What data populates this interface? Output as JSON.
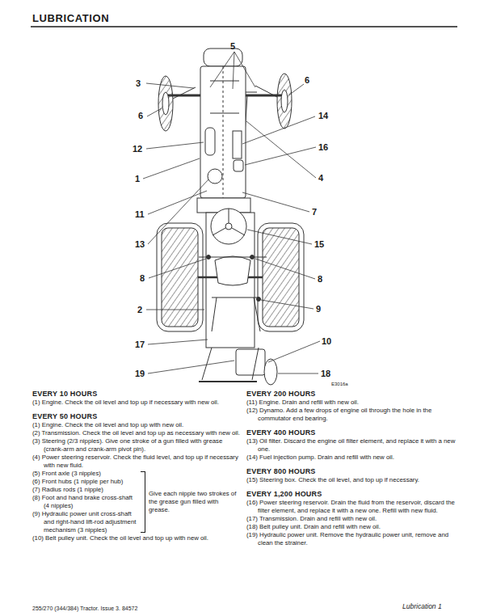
{
  "diagram": {
    "title": "LUBRICATION",
    "labels": [
      "5",
      "3",
      "6",
      "6",
      "14",
      "12",
      "16",
      "1",
      "4",
      "11",
      "7",
      "13",
      "15",
      "8",
      "8",
      "2",
      "9",
      "10",
      "17",
      "19",
      "18",
      "E3016a",
      "EVERY 10 HOURS",
      "(1) Engine. Check the oil level and top up if necessary with new oil.",
      "EVERY 50 HOURS",
      "(1) Engine. Check the oil level and top up with new oil.",
      "(2) Transmission. Check the oil level and top up as necessary with new oil.",
      "(3) Steering (2/3 nipples). Give one stroke of a gun filled with grease (crank-arm and crank-arm pivot pin).",
      "(4) Power steering reservoir. Check the fluid level, and top up if necessary with new fluid.",
      "(5) Front axle (3 nipples)",
      "(6) Front hubs (1 nipple per hub)",
      "(7) Radius rods (1 nipple)",
      "(8) Foot and hand brake cross-shaft (4 nipples)",
      "(9) Hydraulic power unit cross-shaft and right-hand lift-rod adjustment mechanism (3 nipples)",
      "Give each nipple two strokes of the grease gun filled with grease.",
      "(10) Belt pulley unit. Check the oil level and top up with new oil.",
      "EVERY 200 HOURS",
      "(11) Engine. Drain and refill with new oil.",
      "(12) Dynamo. Add a few drops of engine oil through the hole in the commutator end bearing.",
      "EVERY 400 HOURS",
      "(13) Oil filter. Discard the engine oil filter element, and replace it with a new one.",
      "(14) Fuel injection pump. Drain and refill with new oil.",
      "EVERY 800 HOURS",
      "(15) Steering box. Check the oil level, and top up if necessary.",
      "EVERY 1,200 HOURS",
      "(16) Power steering reservoir. Drain the fluid from the reservoir, discard the filter element, and replace it with a new one. Refill with new fluid.",
      "(17) Transmission. Drain and refill with new oil.",
      "(18) Belt pulley unit. Drain and refill with new oil.",
      "(19) Hydraulic power unit. Remove the hydraulic power unit, remove and clean the strainer.",
      "255/270 (344/384) Tractor. Issue 3. 84572",
      "Lubrication 1"
    ]
  }
}
